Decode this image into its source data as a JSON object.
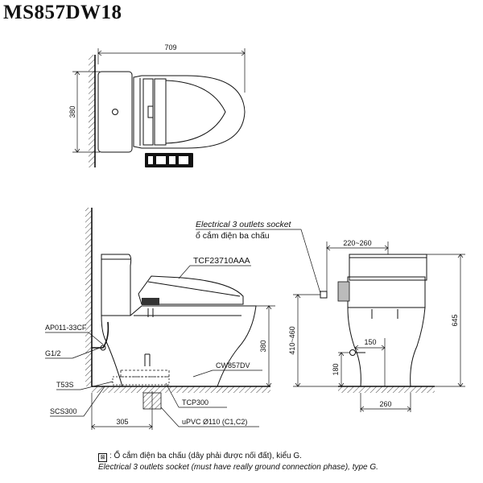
{
  "title": "MS857DW18",
  "top_view": {
    "dim_width": "709",
    "dim_depth": "380"
  },
  "side_view": {
    "socket_label_en": "Electrical 3 outlets socket",
    "socket_label_vi": "ổ cắm điện ba chấu",
    "seat_model": "TCF23710AAA",
    "valve_model": "AP011-33CF",
    "thread": "G1/2",
    "part_t53s": "T53S",
    "part_scs300": "SCS300",
    "bowl_model": "CW857DV",
    "flange_model": "TCP300",
    "pipe_spec": "uPVC Ø110 (C1,C2)",
    "dim_rough_in": "305",
    "dim_seat_height": "380"
  },
  "front_view": {
    "dim_socket_offset": "220~260",
    "dim_socket_height": "410~460",
    "dim_total_height": "645",
    "dim_supply_offset": "150",
    "dim_supply_height": "180",
    "dim_base_width": "260"
  },
  "footnote": {
    "symbol": "⊠",
    "line_vi": ": Ổ cắm điện ba chấu (dây phải được nối đất), kiểu G.",
    "line_en": "Electrical 3 outlets socket (must have really ground connection phase), type G."
  }
}
